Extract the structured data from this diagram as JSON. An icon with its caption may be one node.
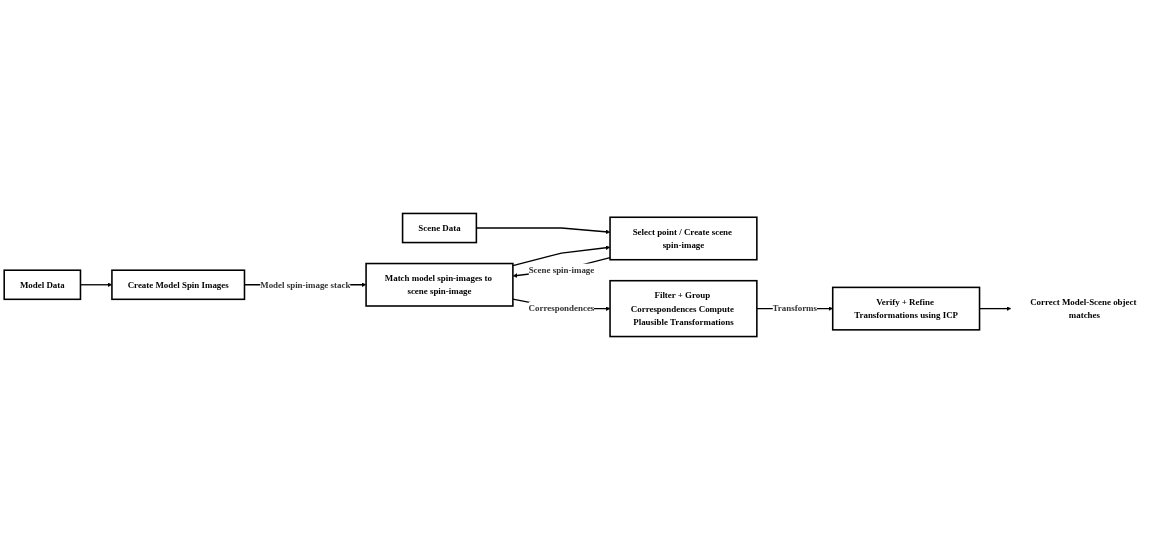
{
  "diagram": {
    "nodes": [
      {
        "text": [
          "Model Data"
        ]
      },
      {
        "text": [
          "Create Model Spin Images"
        ]
      },
      {
        "text": [
          "Scene Data"
        ]
      },
      {
        "text": [
          "Select point / Create scene spin-image"
        ]
      },
      {
        "text": [
          "Match model spin-images to scene spin-image"
        ]
      },
      {
        "text": [
          "Filter + Group Correspondences Compute Plausible Transformations"
        ]
      },
      {
        "text": [
          "Verify + Refine Transformations using ICP"
        ]
      },
      {
        "text": [
          "Correct Model-Scene object matches"
        ]
      }
    ],
    "edges": [
      {
        "from": 0,
        "to": 1,
        "arrow": "to"
      },
      {
        "from": 1,
        "to": 4,
        "arrow": "to",
        "label": "Model spin-image stack"
      },
      {
        "from": 2,
        "to": 3,
        "arrow": "to"
      },
      {
        "from": 3,
        "to": 4,
        "arrow": "to",
        "label": "Scene spin-image"
      },
      {
        "from": 4,
        "to": 3,
        "arrow": "to"
      },
      {
        "from": 4,
        "to": 5,
        "arrow": "to",
        "label": "Correspondences"
      },
      {
        "from": 5,
        "to": 6,
        "arrow": "to",
        "label": "Transforms"
      },
      {
        "from": 6,
        "to": 7,
        "arrow": "to"
      }
    ]
  }
}
